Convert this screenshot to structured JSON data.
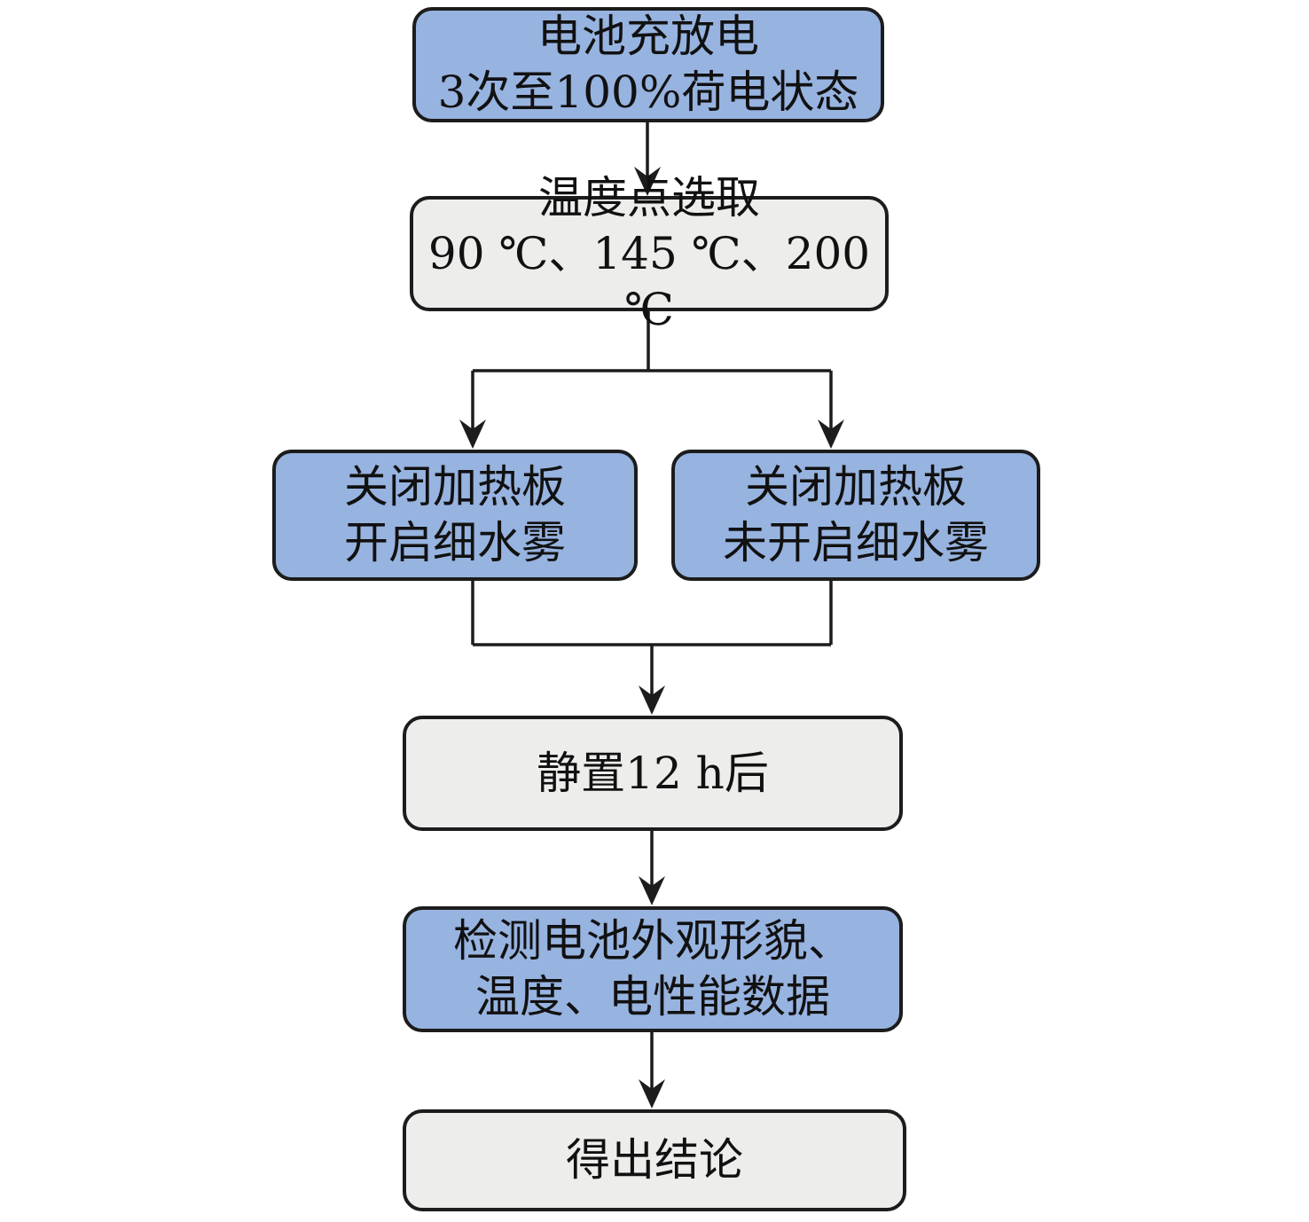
{
  "flowchart": {
    "background": "#ffffff",
    "border_color": "#1c1c1c",
    "text_color": "#111111",
    "node_colors": {
      "blue": "#97b3e0",
      "gray": "#ededeb"
    },
    "nodes": [
      {
        "id": "battery-charge-discharge",
        "type": "blue",
        "label": "电池充放电\n3次至100%荷电状态"
      },
      {
        "id": "temperature-point-selection",
        "type": "gray",
        "label": "温度点选取\n90 ℃、145 ℃、200 ℃"
      },
      {
        "id": "heater-off-mist-on",
        "type": "blue",
        "label": "关闭加热板\n开启细水雾"
      },
      {
        "id": "heater-off-mist-not-on",
        "type": "blue",
        "label": "关闭加热板\n未开启细水雾"
      },
      {
        "id": "rest-12h",
        "type": "gray",
        "label": "静置12 h后"
      },
      {
        "id": "inspect-battery-data",
        "type": "blue",
        "label": "检测电池外观形貌、\n温度、电性能数据"
      },
      {
        "id": "draw-conclusion",
        "type": "gray",
        "label": "得出结论"
      }
    ]
  }
}
